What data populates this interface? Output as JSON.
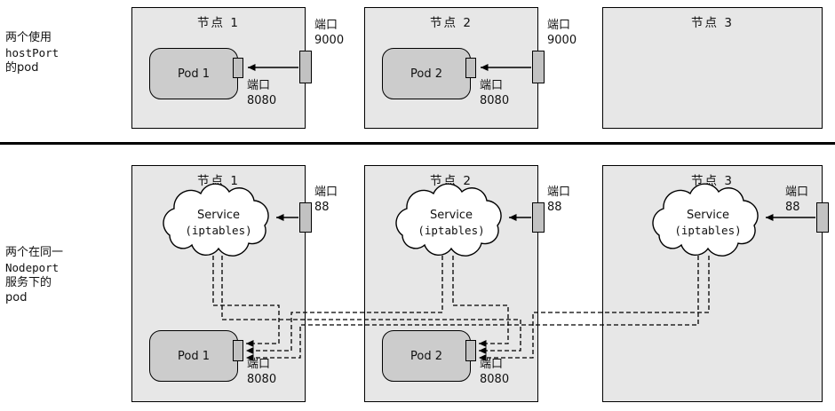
{
  "sections": {
    "top": {
      "caption": [
        "两个使用",
        "hostPort",
        "的pod"
      ],
      "nodes": [
        {
          "title": "节点 1",
          "pod": "Pod 1",
          "pod_port": [
            "端口",
            "8080"
          ],
          "host_port": [
            "端口",
            "9000"
          ]
        },
        {
          "title": "节点 2",
          "pod": "Pod 2",
          "pod_port": [
            "端口",
            "8080"
          ],
          "host_port": [
            "端口",
            "9000"
          ]
        },
        {
          "title": "节点 3"
        }
      ]
    },
    "bottom": {
      "caption": [
        "两个在同一",
        "Nodeport",
        "服务下的",
        "pod"
      ],
      "nodes": [
        {
          "title": "节点 1",
          "service": "Service",
          "service_detail": "(iptables)",
          "node_port": [
            "端口",
            "88"
          ],
          "pod": "Pod 1",
          "pod_port": [
            "端口",
            "8080"
          ]
        },
        {
          "title": "节点 2",
          "service": "Service",
          "service_detail": "(iptables)",
          "node_port": [
            "端口",
            "88"
          ],
          "pod": "Pod 2",
          "pod_port": [
            "端口",
            "8080"
          ]
        },
        {
          "title": "节点 3",
          "service": "Service",
          "service_detail": "(iptables)",
          "node_port": [
            "端口",
            "88"
          ]
        }
      ]
    }
  },
  "colors": {
    "node_fill": "#e7e7e7",
    "pod_fill": "#cccccc",
    "port_fill": "#c2c2c2",
    "line": "#000000",
    "background": "#ffffff"
  }
}
